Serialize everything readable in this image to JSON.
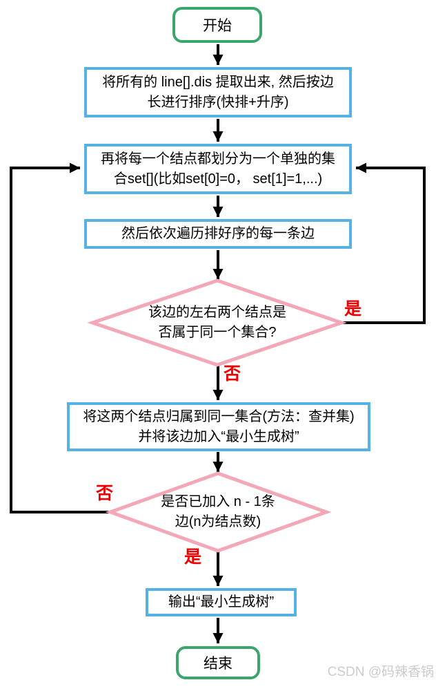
{
  "colors": {
    "terminator_border": "#3BA66B",
    "process_border": "#55B2E4",
    "decision_border": "#F4A7B6",
    "branch_label": "#EE0000",
    "connector": "#000000",
    "watermark": "#CBCBCB"
  },
  "flowchart": {
    "start": "开始",
    "step_extract": "将所有的 line[].dis 提取出来, 然后按边\n长进行排序(快排+升序)",
    "step_init_sets": "再将每一个结点都划分为一个单独的集\n合set[](比如set[0]=0， set[1]=1,...)",
    "step_traverse": "然后依次遍历排好序的每一条边",
    "decision_same_set": "该边的左右两个结点是\n否属于同一个集合?",
    "step_union": "将这两个结点归属到同一集合(方法：查并集)\n并将该边加入“最小生成树”",
    "decision_enough_edges": "是否已加入 n - 1条\n边(n为结点数)",
    "step_output": "输出“最小生成树”",
    "end": "结束",
    "labels": {
      "yes_same_set": "是",
      "no_same_set": "否",
      "no_enough_edges": "否",
      "yes_enough_edges": "是"
    }
  },
  "watermark": "CSDN @码辣香锅"
}
